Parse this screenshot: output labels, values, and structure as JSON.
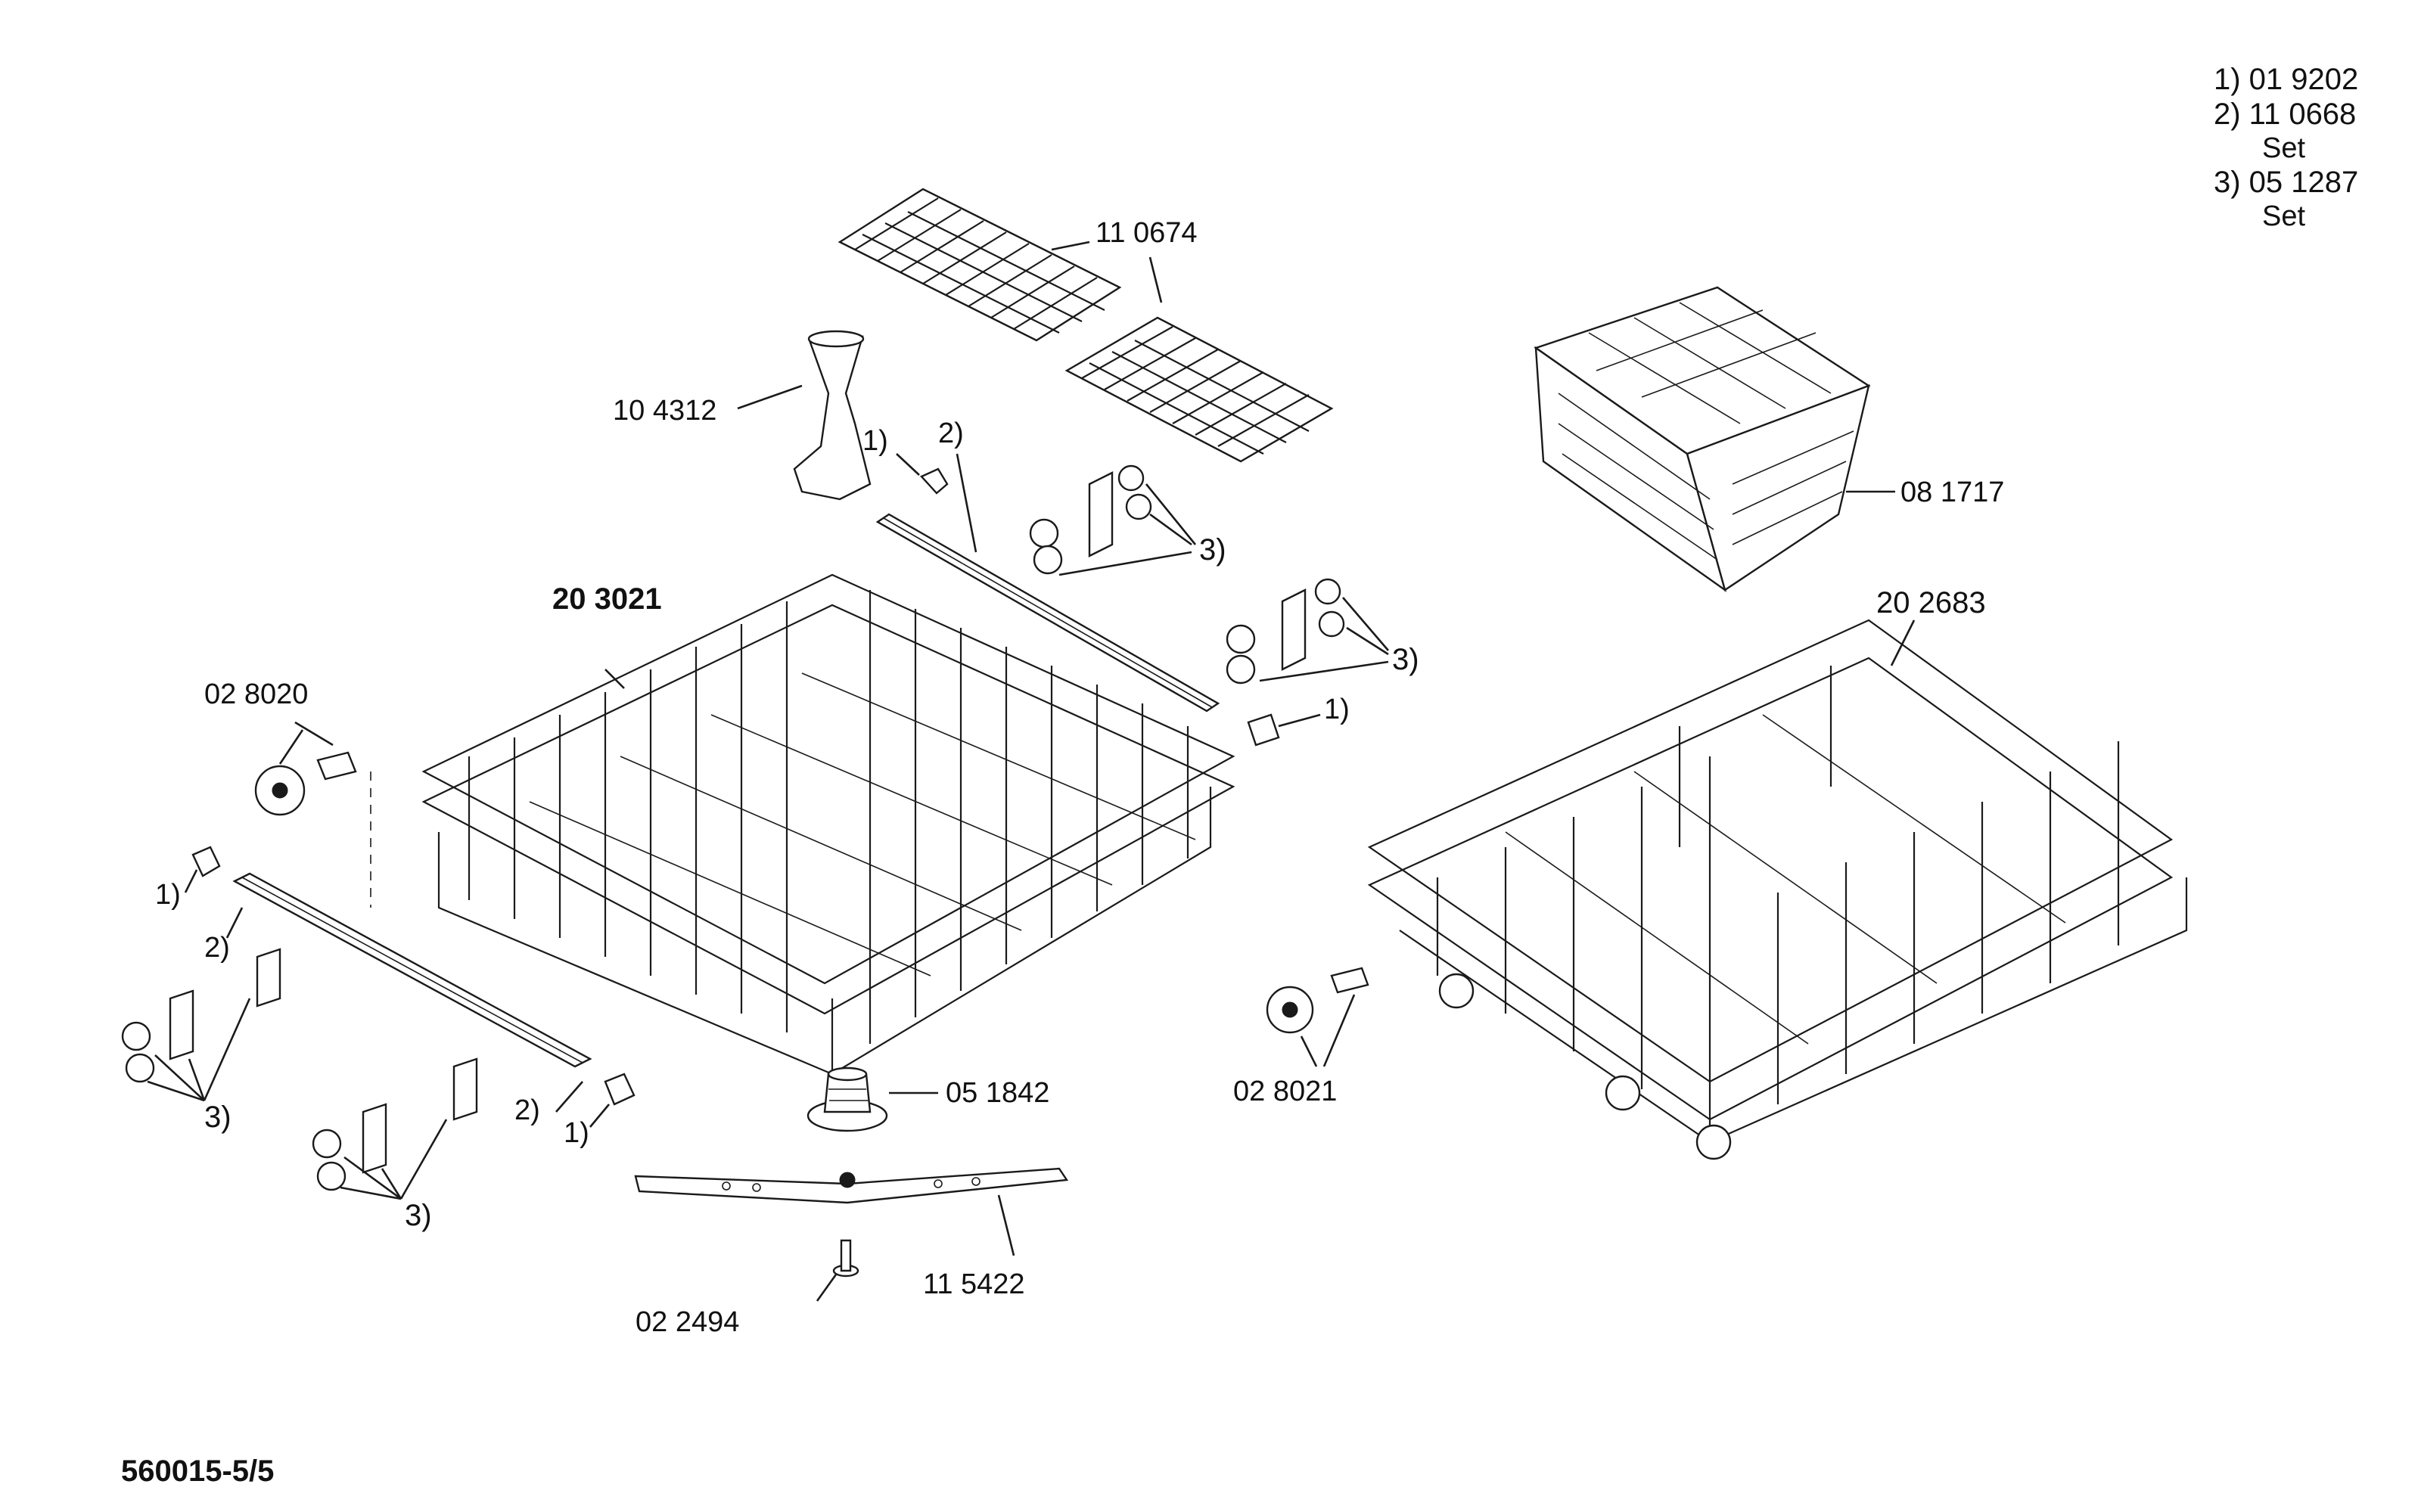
{
  "legend": {
    "l1": "1)  01  9202",
    "l2": "2)  11  0668",
    "l2b": "Set",
    "l3": "3)  05  1287",
    "l3b": "Set"
  },
  "parts": {
    "cutlery_grid": "11 0674",
    "nozzle": "10 4312",
    "ref1_top": "1)",
    "ref2_top": "2)",
    "basket": "08 1717",
    "upper_rack": "20 3021",
    "wheel_left": "02 8020",
    "ref3_a": "3)",
    "ref3_b": "3)",
    "ref1_right": "1)",
    "lower_rack": "20 2683",
    "ref1_left": "1)",
    "ref2_left": "2)",
    "ref3_left": "3)",
    "ref3_bottom": "3)",
    "ref2_bottom": "2)",
    "ref1_bottom": "1)",
    "hub": "05 1842",
    "wheel_right": "02 8021",
    "spray_arm": "11 5422",
    "screw": "02 2494"
  },
  "drawing_number": "560015-5/5"
}
